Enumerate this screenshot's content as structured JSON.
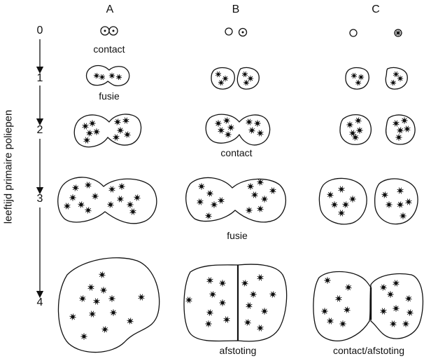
{
  "columns": [
    "A",
    "B",
    "C"
  ],
  "ages": [
    "0",
    "1",
    "2",
    "3",
    "4"
  ],
  "axis_label": "leeftijd primaire poliepen",
  "captions": {
    "a0": "contact",
    "a1": "fusie",
    "b2": "contact",
    "b3": "fusie",
    "b4": "afstoting",
    "c4": "contact/afstoting"
  }
}
